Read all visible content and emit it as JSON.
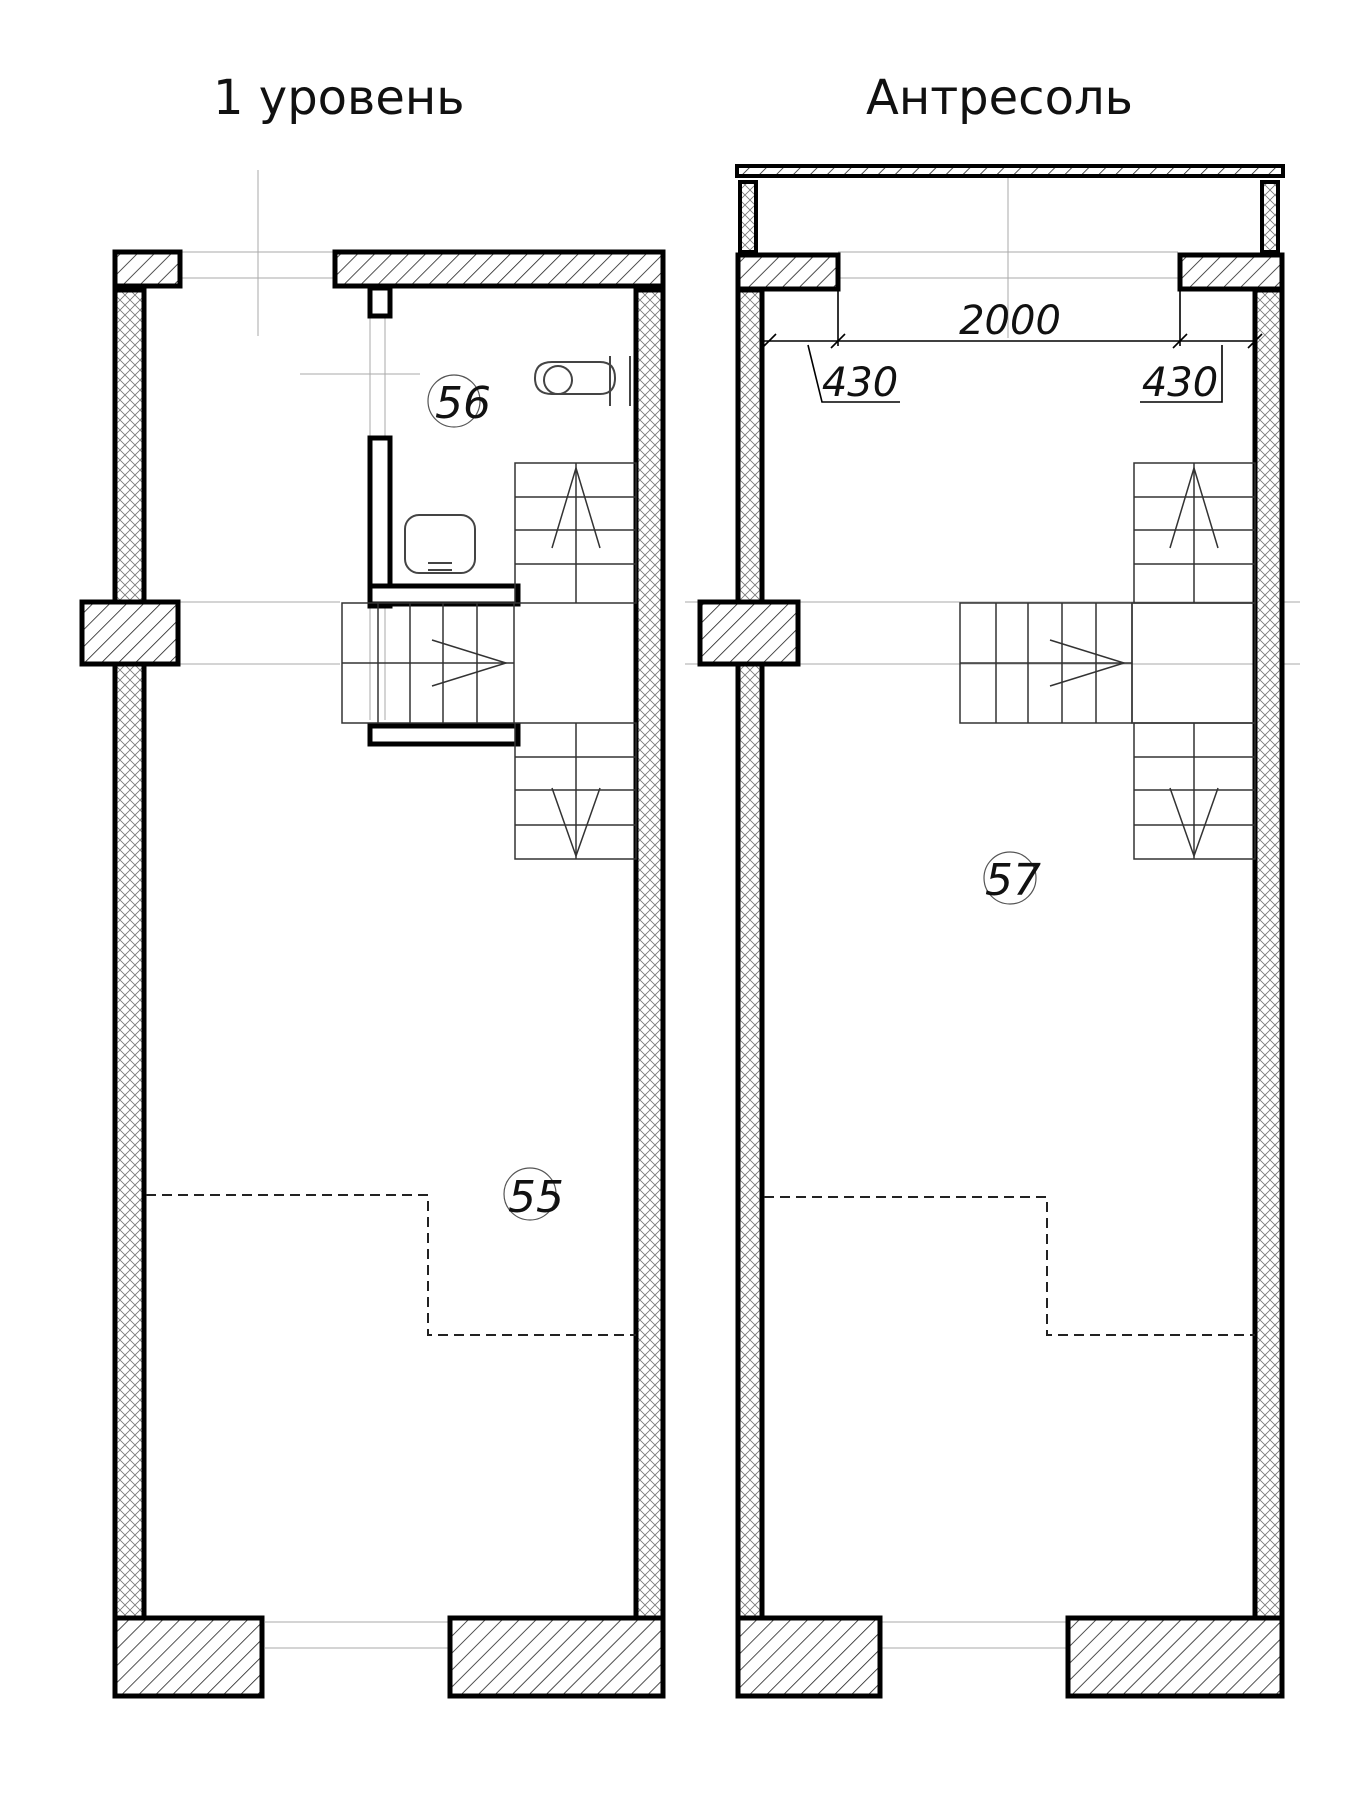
{
  "titles": {
    "left": "1 уровень",
    "right": "Антресоль"
  },
  "rooms": {
    "r55": "55",
    "r56": "56",
    "r57": "57"
  },
  "dimensions": {
    "total": "2000",
    "left": "430",
    "right": "430"
  }
}
